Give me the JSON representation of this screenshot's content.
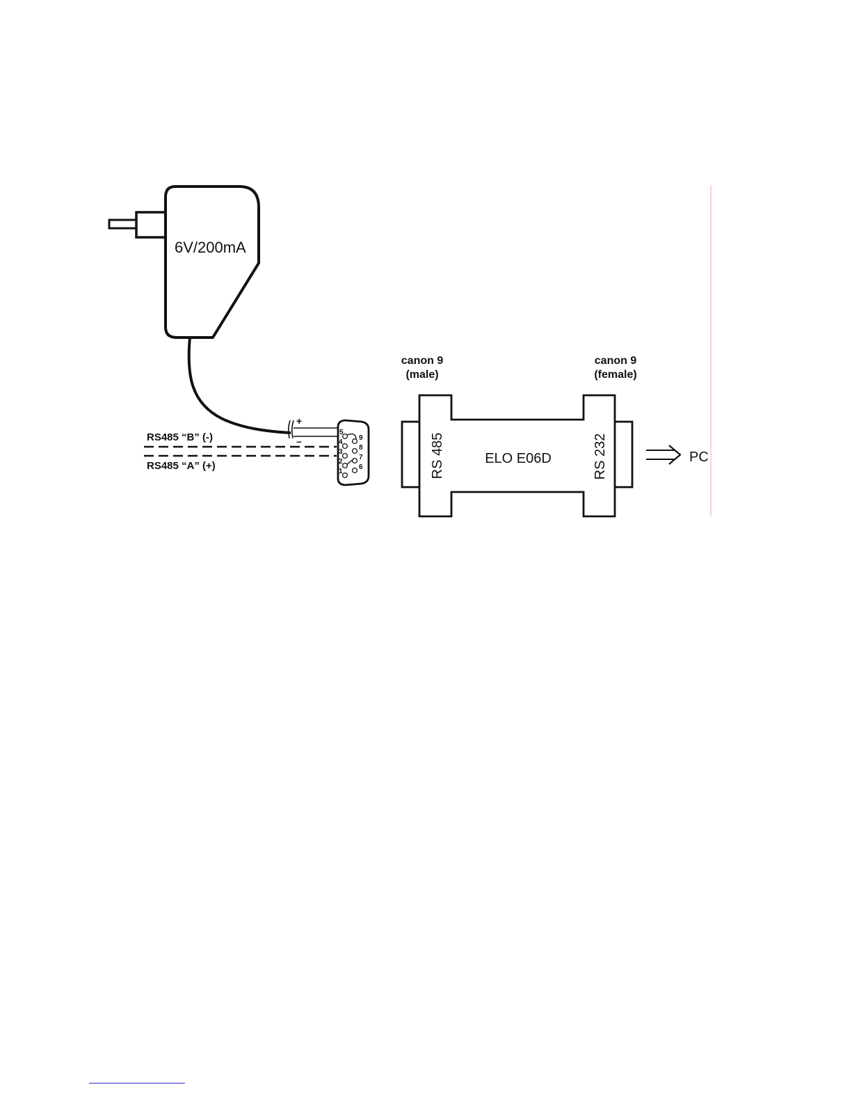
{
  "adapter": {
    "rating_label": "6V/200mA"
  },
  "wiring": {
    "line_b_label": "RS485 “B” (-)",
    "line_a_label": "RS485 “A” (+)",
    "plus_sign": "+",
    "minus_sign": "–"
  },
  "db9": {
    "pins_top_row": [
      "5",
      "4",
      "3",
      "2",
      "1"
    ],
    "pins_bottom_row": [
      "9",
      "8",
      "7",
      "6"
    ]
  },
  "converter": {
    "name": "ELO E06D",
    "left_port_label": "RS 485",
    "right_port_label": "RS 232",
    "left_connector_line1": "canon 9",
    "left_connector_line2": "(male)",
    "right_connector_line1": "canon 9",
    "right_connector_line2": "(female)"
  },
  "output": {
    "target_label": "PC"
  },
  "colors": {
    "stroke": "#111111",
    "margin_line": "#f2c4cf",
    "footnote_rule": "#2b2bd6"
  }
}
